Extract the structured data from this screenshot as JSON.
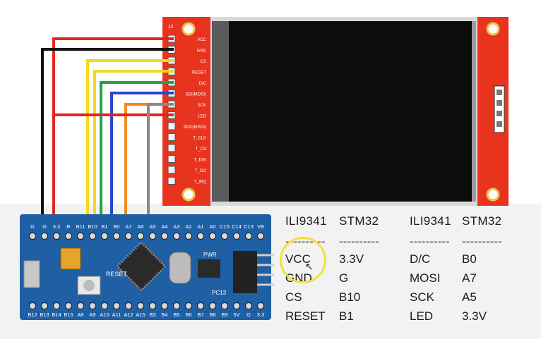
{
  "display_module": {
    "pin_labels": [
      "VCC",
      "GND",
      "CS",
      "RESET",
      "D/C",
      "SDI(MOSI)",
      "SCK",
      "LED",
      "SDO(MISO)",
      "T_CLK",
      "T_CS",
      "T_DIN",
      "T_DO",
      "T_IRQ"
    ],
    "connector_tag": "J2",
    "colors": {
      "pcb": "#e8341f",
      "screen": "#0c0c0c",
      "frame": "#d8d8d8"
    }
  },
  "stm32_board": {
    "top_pins": [
      "G",
      "G",
      "3.3",
      "R",
      "B11",
      "B10",
      "B1",
      "B0",
      "A7",
      "A6",
      "A5",
      "A4",
      "A3",
      "A2",
      "A1",
      "A0",
      "C15",
      "C14",
      "C13",
      "VB"
    ],
    "bottom_pins": [
      "B12",
      "B13",
      "B14",
      "B15",
      "A8",
      "A9",
      "A10",
      "A11",
      "A12",
      "A15",
      "B3",
      "B4",
      "B5",
      "B6",
      "B7",
      "B8",
      "B9",
      "5V",
      "G",
      "3.3"
    ],
    "labels": {
      "reset": "RESET",
      "pwr": "PWR",
      "pc13": "PC13"
    },
    "colors": {
      "pcb": "#1f5fa3"
    }
  },
  "wires": [
    {
      "color": "#e8231c",
      "signal": "VCC"
    },
    {
      "color": "#111111",
      "signal": "GND"
    },
    {
      "color": "#f4d81a",
      "signal": "CS"
    },
    {
      "color": "#f4d81a",
      "signal": "RESET"
    },
    {
      "color": "#22a34a",
      "signal": "D/C"
    },
    {
      "color": "#2b45c8",
      "signal": "MOSI"
    },
    {
      "color": "#f28a1c",
      "signal": "SCK"
    },
    {
      "color": "#e8231c",
      "signal": "LED"
    }
  ],
  "mapping": {
    "headers": [
      "ILI9341",
      "STM32",
      "ILI9341",
      "STM32"
    ],
    "dashes": "----------",
    "left_rows": [
      {
        "display": "VCC",
        "mcu": "3.3V"
      },
      {
        "display": "GND",
        "mcu": "G"
      },
      {
        "display": "CS",
        "mcu": "B10"
      },
      {
        "display": "RESET",
        "mcu": "B1"
      }
    ],
    "right_rows": [
      {
        "display": "D/C",
        "mcu": "B0"
      },
      {
        "display": "MOSI",
        "mcu": "A7"
      },
      {
        "display": "SCK",
        "mcu": "A5"
      },
      {
        "display": "LED",
        "mcu": "3.3V"
      }
    ]
  }
}
